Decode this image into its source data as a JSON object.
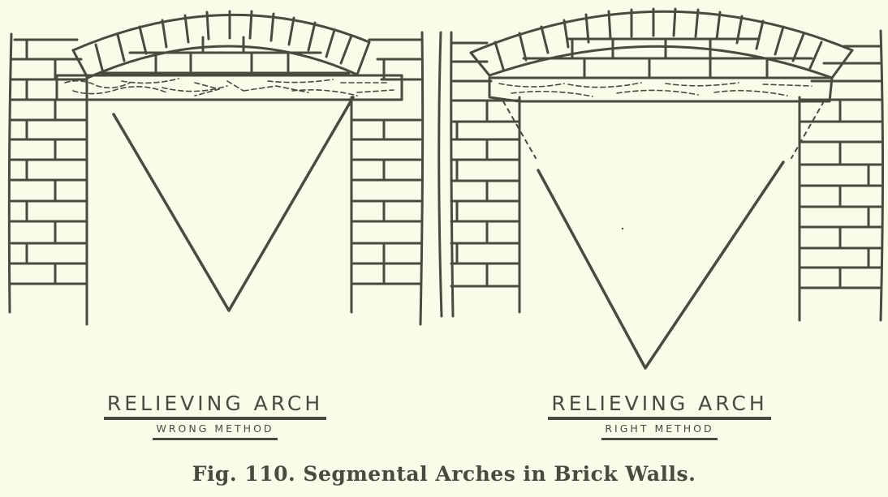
{
  "figure": {
    "number": "Fig. 110.",
    "title": "Segmental Arches in Brick Walls.",
    "caption": "Fig. 110.  Segmental Arches in Brick Walls."
  },
  "panels": [
    {
      "id": "left",
      "label_main": "RELIEVING ARCH",
      "label_sub": "WRONG METHOD"
    },
    {
      "id": "right",
      "label_main": "RELIEVING ARCH",
      "label_sub": "RIGHT METHOD"
    }
  ],
  "colors": {
    "background": "#fbfbe9",
    "ink": "#4a4a3e"
  }
}
